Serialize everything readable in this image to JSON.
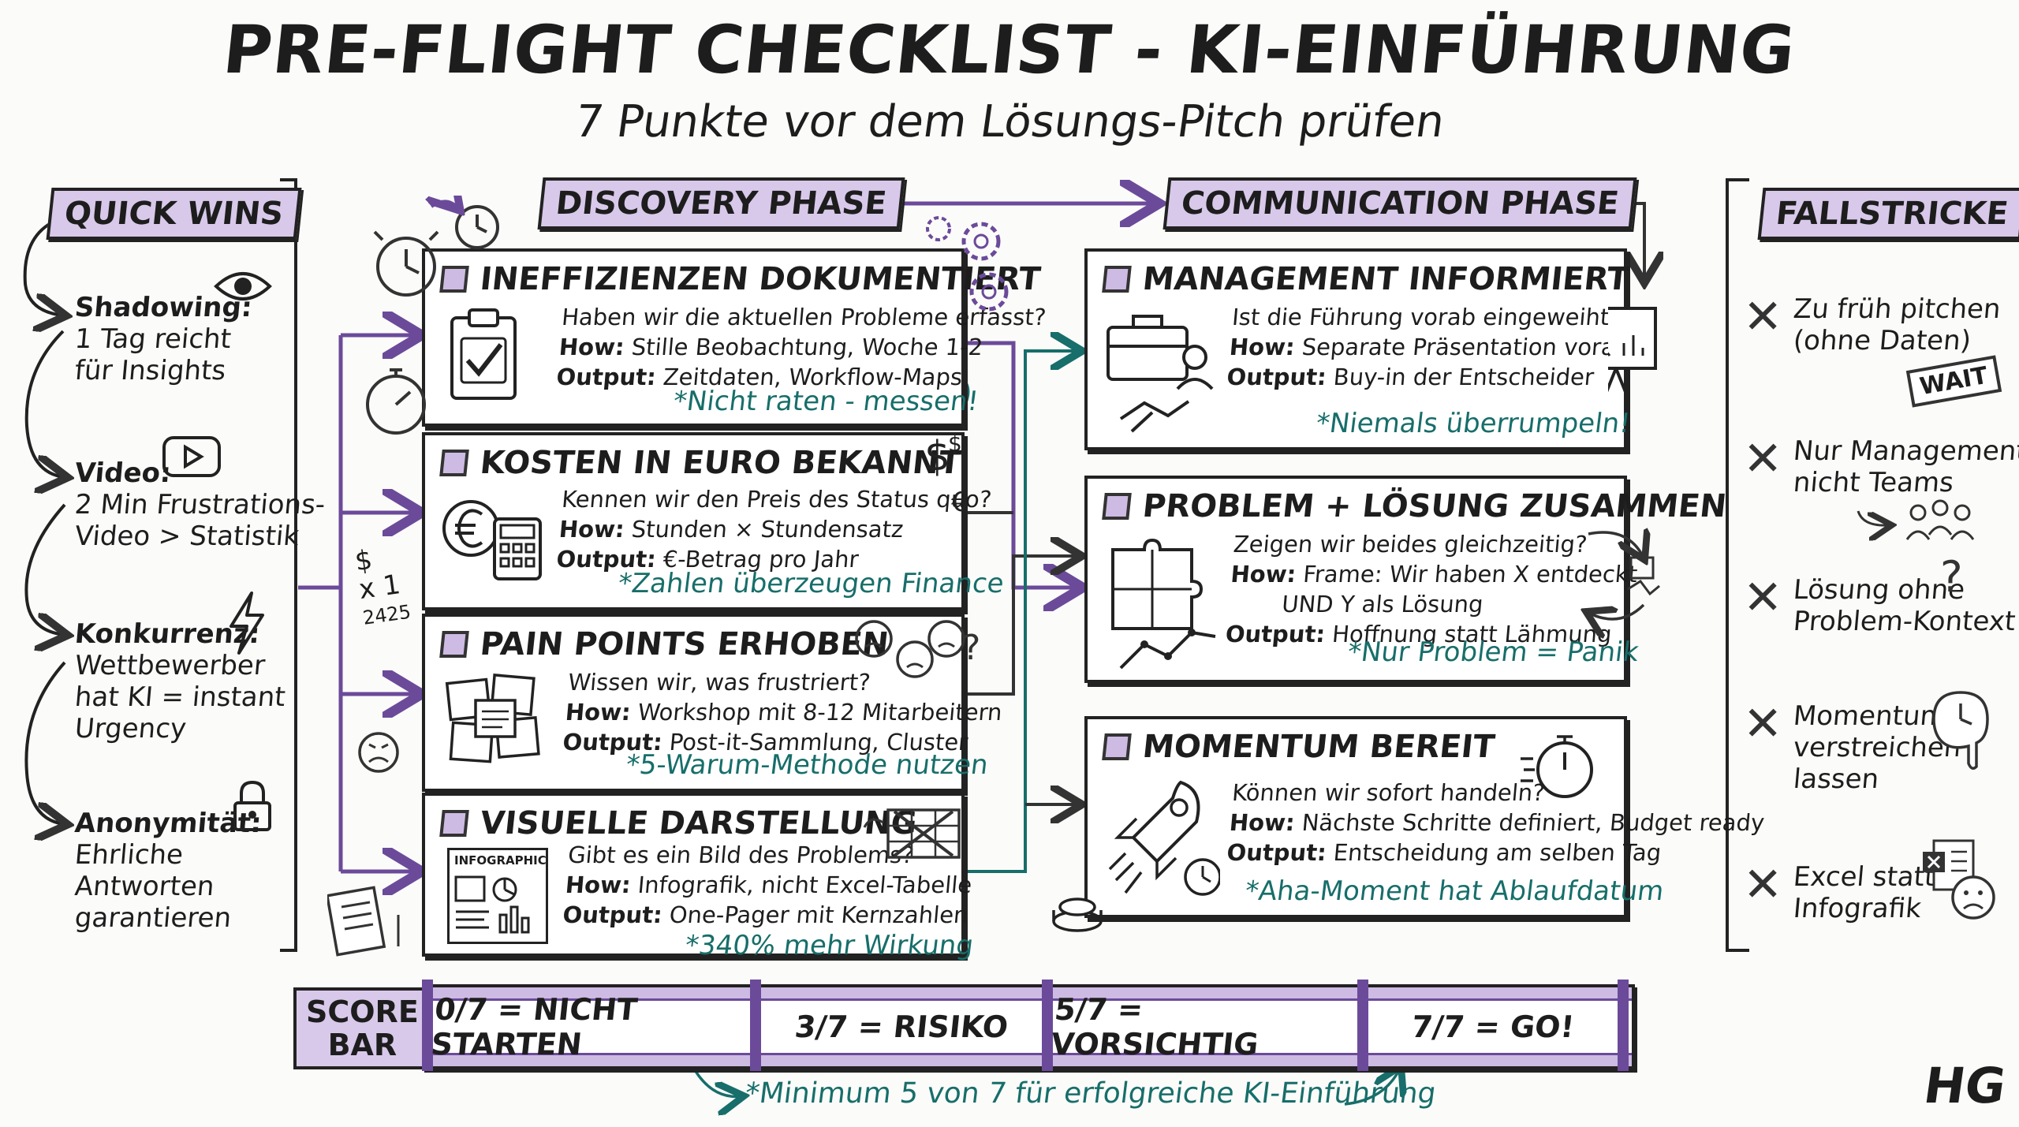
{
  "header": {
    "title": "PRE-FLIGHT CHECKLIST - KI-EINFÜHRUNG",
    "subtitle": "7 Punkte vor dem Lösungs-Pitch prüfen"
  },
  "quick_wins": {
    "label": "QUICK WINS",
    "items": [
      {
        "title": "Shadowing:",
        "lines": [
          "1 Tag reicht",
          "für Insights"
        ],
        "icon": "eye-icon"
      },
      {
        "title": "Video:",
        "lines": [
          "2 Min Frustrations-",
          "Video > Statistik"
        ],
        "icon": "play-icon"
      },
      {
        "title": "Konkurrenz:",
        "lines": [
          "Wettbewerber",
          "hat KI = instant",
          "Urgency"
        ],
        "icon": "lightning-icon"
      },
      {
        "title": "Anonymität:",
        "lines": [
          "Ehrliche",
          "Antworten",
          "garantieren"
        ],
        "icon": "lock-icon"
      }
    ]
  },
  "discovery": {
    "label": "DISCOVERY PHASE",
    "cards": [
      {
        "title": "INEFFIZIENZEN DOKUMENTIERT",
        "question": "Haben wir die aktuellen Probleme erfasst?",
        "how_label": "How:",
        "how": "Stille Beobachtung, Woche 1-2",
        "output_label": "Output:",
        "output": "Zeitdaten, Workflow-Maps",
        "note": "*Nicht raten - messen!",
        "icon": "clipboard-check-icon"
      },
      {
        "title": "KOSTEN IN EURO BEKANNT",
        "question": "Kennen wir den Preis des Status quo?",
        "how_label": "How:",
        "how": "Stunden × Stundensatz",
        "output_label": "Output:",
        "output": "€-Betrag pro Jahr",
        "note": "*Zahlen überzeugen Finance",
        "icon": "euro-calculator-icon"
      },
      {
        "title": "PAIN POINTS ERHOBEN",
        "question": "Wissen wir, was frustriert?",
        "how_label": "How:",
        "how": "Workshop mit 8-12 Mitarbeitern",
        "output_label": "Output:",
        "output": "Post-it-Sammlung, Cluster",
        "note": "*5-Warum-Methode nutzen",
        "icon": "sticky-notes-icon"
      },
      {
        "title": "VISUELLE DARSTELLUNG",
        "question": "Gibt es ein Bild des Problems?",
        "how_label": "How:",
        "how": "Infografik, nicht Excel-Tabelle",
        "output_label": "Output:",
        "output": "One-Pager mit Kernzahlen",
        "note": "*340% mehr Wirkung",
        "icon": "infographic-icon",
        "icon_text": "INFOGRAPHIC"
      }
    ],
    "side_text": [
      "$",
      "x",
      "1",
      "2425"
    ]
  },
  "communication": {
    "label": "COMMUNICATION PHASE",
    "cards": [
      {
        "title": "MANAGEMENT INFORMIERT",
        "question": "Ist die Führung vorab eingeweiht?",
        "how_label": "How:",
        "how": "Separate Präsentation vorab",
        "output_label": "Output:",
        "output": "Buy-in der Entscheider",
        "note": "*Niemals überrumpeln!",
        "icon": "briefcase-icon"
      },
      {
        "title": "PROBLEM + LÖSUNG ZUSAMMEN",
        "question": "Zeigen wir beides gleichzeitig?",
        "how_label": "How:",
        "how": "Frame: Wir haben X entdeckt",
        "how2": "UND Y als Lösung",
        "output_label": "Output:",
        "output": "Hoffnung statt Lähmung",
        "note": "*Nur Problem = Panik",
        "icon": "puzzle-icon"
      },
      {
        "title": "MOMENTUM BEREIT",
        "question": "Können wir sofort handeln?",
        "how_label": "How:",
        "how": "Nächste Schritte definiert, Budget ready",
        "output_label": "Output:",
        "output": "Entscheidung am selben Tag",
        "note": "*Aha-Moment hat Ablaufdatum",
        "icon": "rocket-icon"
      }
    ]
  },
  "pitfalls": {
    "label": "FALLSTRICKE",
    "items": [
      {
        "lines": [
          "Zu früh pitchen",
          "(ohne Daten)"
        ],
        "extra": "WAIT"
      },
      {
        "lines": [
          "Nur Management,",
          "nicht Teams"
        ]
      },
      {
        "lines": [
          "Lösung ohne",
          "Problem-Kontext"
        ]
      },
      {
        "lines": [
          "Momentum",
          "verstreichen",
          "lassen"
        ]
      },
      {
        "lines": [
          "Excel statt",
          "Infografik"
        ]
      }
    ]
  },
  "score_bar": {
    "label_line1": "SCORE",
    "label_line2": "BAR",
    "segments": [
      "0/7 = NICHT STARTEN",
      "3/7 = RISIKO",
      "5/7 = VORSICHTIG",
      "7/7 = GO!"
    ],
    "note": "*Minimum 5 von 7 für erfolgreiche KI-Einführung"
  },
  "signature": "HG",
  "colors": {
    "purple": "#6b4a9a",
    "lavender": "#d8c9ea",
    "teal": "#176e6a",
    "ink": "#1d1d1d"
  }
}
